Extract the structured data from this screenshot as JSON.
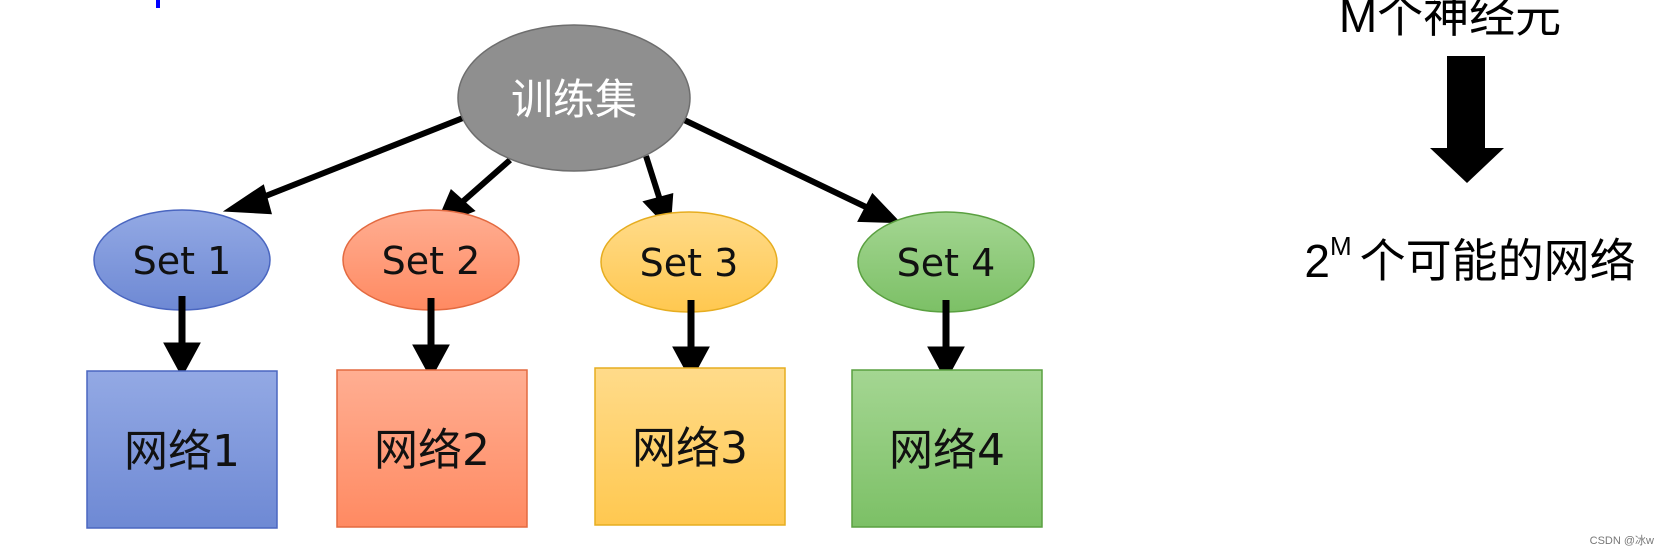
{
  "root": {
    "label": "训练集",
    "color": "#8c8c8c"
  },
  "sets": [
    {
      "label": "Set 1",
      "color": "#7a92d6",
      "stroke": "#4a66c0"
    },
    {
      "label": "Set 2",
      "color": "#ff9a76",
      "stroke": "#e36a40"
    },
    {
      "label": "Set 3",
      "color": "#ffcf6a",
      "stroke": "#e6ad20"
    },
    {
      "label": "Set 4",
      "color": "#8cc878",
      "stroke": "#5aa040"
    }
  ],
  "networks": [
    {
      "label": "网络1",
      "color": "#7e97d8",
      "stroke": "#4a66c0"
    },
    {
      "label": "网络2",
      "color": "#ff9470",
      "stroke": "#e36a40"
    },
    {
      "label": "网络3",
      "color": "#ffd06e",
      "stroke": "#e6ad20"
    },
    {
      "label": "网络4",
      "color": "#8cc878",
      "stroke": "#5aa040"
    }
  ],
  "side": {
    "neurons": "M个神经元",
    "combo_base": "2",
    "combo_exp": "M",
    "combo_text": "个可能的网络"
  },
  "watermark": "CSDN @冰w"
}
